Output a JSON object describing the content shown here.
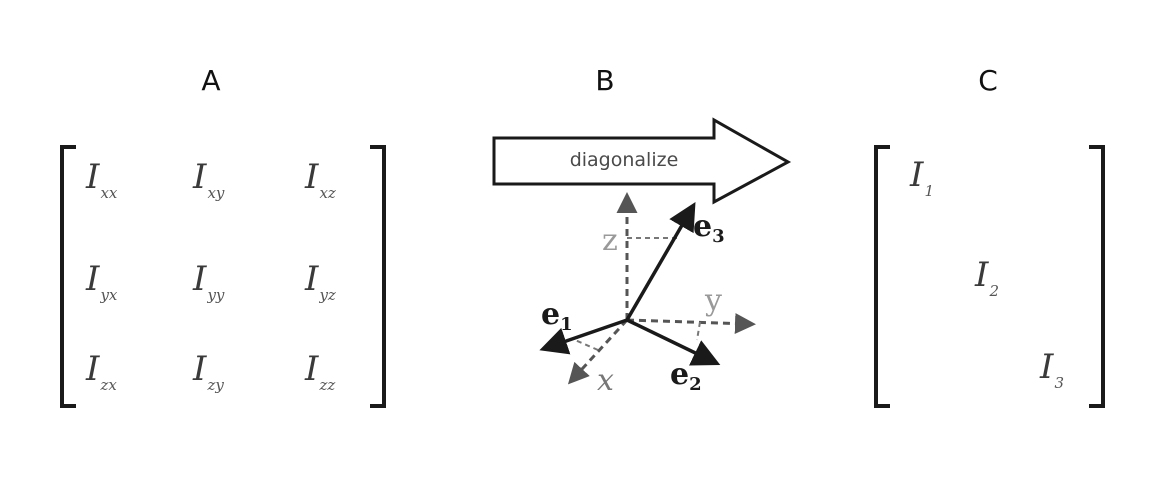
{
  "panels": {
    "a": "A",
    "b": "B",
    "c": "C"
  },
  "arrow_label": "diagonalize",
  "matrix_a": [
    [
      {
        "sym": "I",
        "sub": "xx"
      },
      {
        "sym": "I",
        "sub": "xy"
      },
      {
        "sym": "I",
        "sub": "xz"
      }
    ],
    [
      {
        "sym": "I",
        "sub": "yx"
      },
      {
        "sym": "I",
        "sub": "yy"
      },
      {
        "sym": "I",
        "sub": "yz"
      }
    ],
    [
      {
        "sym": "I",
        "sub": "zx"
      },
      {
        "sym": "I",
        "sub": "zy"
      },
      {
        "sym": "I",
        "sub": "zz"
      }
    ]
  ],
  "matrix_c": [
    {
      "sym": "I",
      "sub": "1"
    },
    {
      "sym": "I",
      "sub": "2"
    },
    {
      "sym": "I",
      "sub": "3"
    }
  ],
  "axes": {
    "cartesian": {
      "x": "x",
      "y": "y",
      "z": "z"
    },
    "principal": {
      "e1": "e",
      "e1_sub": "1",
      "e2": "e",
      "e2_sub": "2",
      "e3": "e",
      "e3_sub": "3"
    }
  }
}
